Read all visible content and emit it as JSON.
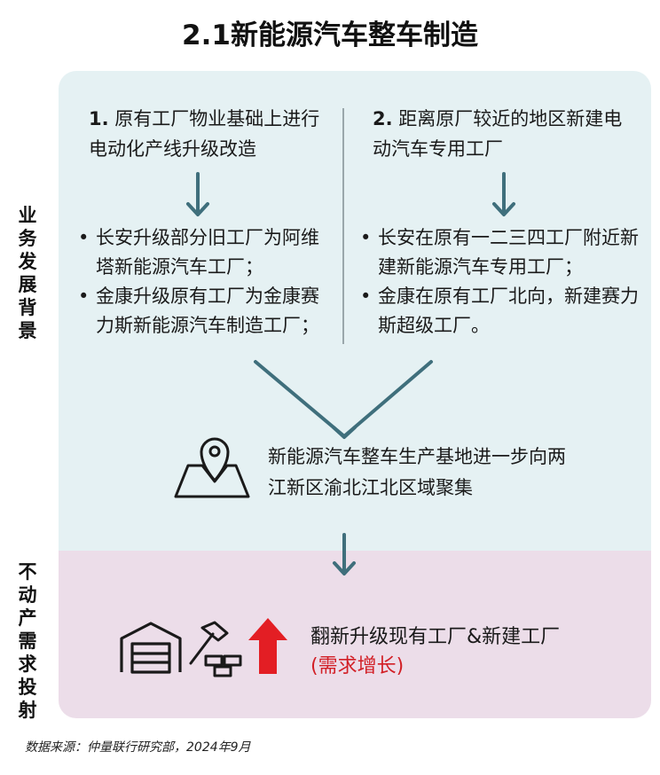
{
  "title": "2.1新能源汽车整车制造",
  "side_labels": {
    "top": "业务发展背景",
    "bottom": "不动产需求投射"
  },
  "left_column": {
    "number": "1.",
    "heading": "原有工厂物业基础上进行电动化产线升级改造",
    "bullets": [
      "长安升级部分旧工厂为阿维塔新能源汽车工厂；",
      "金康升级原有工厂为金康赛力斯新能源汽车制造工厂；"
    ]
  },
  "right_column": {
    "number": "2.",
    "heading": "距离原厂较近的地区新建电动汽车专用工厂",
    "bullets": [
      "长安在原有一二三四工厂附近新建新能源汽车专用工厂；",
      "金康在原有工厂北向，新建赛力斯超级工厂。"
    ]
  },
  "center_text": "新能源汽车整车生产基地进一步向两江新区渝北江北区域聚集",
  "bottom": {
    "main": "翻新升级现有工厂&新建工厂",
    "sub": "(需求增长)"
  },
  "source": "数据来源：仲量联行研究部，2024年9月",
  "colors": {
    "top_panel": "#e5f1f3",
    "bottom_panel": "#ecdde9",
    "arrow": "#3f6f7c",
    "up_arrow": "#e31e24",
    "highlight_text": "#d21f26"
  }
}
